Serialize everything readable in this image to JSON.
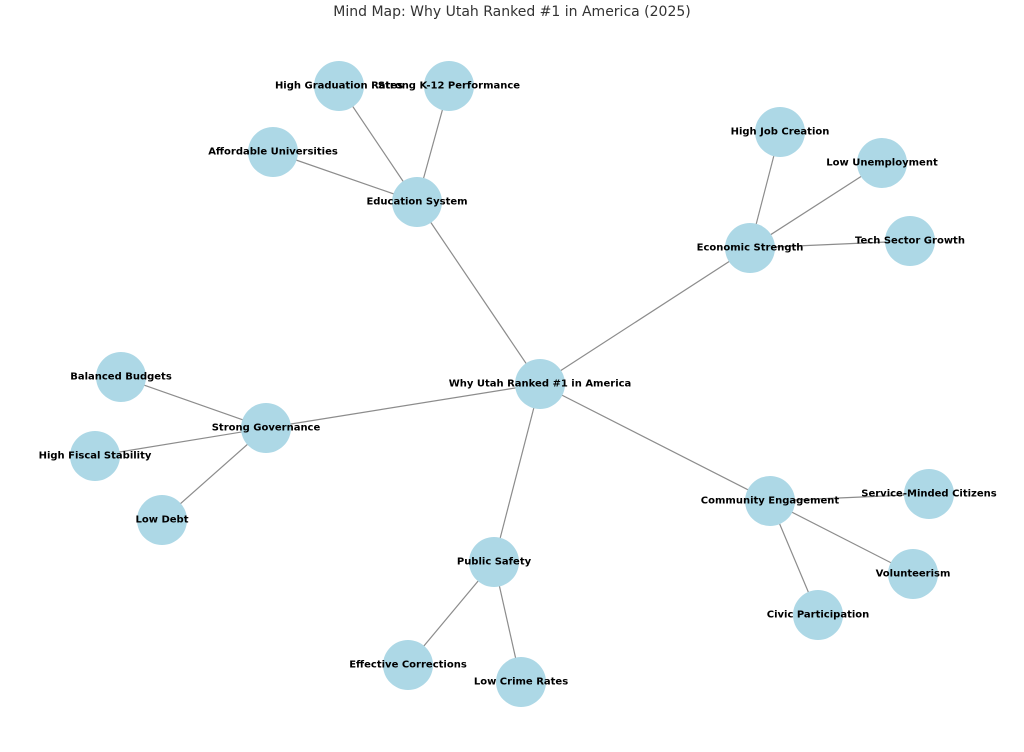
{
  "title": "Mind Map: Why Utah Ranked #1 in America (2025)",
  "colors": {
    "node_fill": "#add8e6",
    "edge": "#8c8c8c",
    "label": "#000000",
    "title": "#333333"
  },
  "diagram": {
    "type": "mind-map",
    "root": "root",
    "nodes": [
      {
        "id": "root",
        "label": "Why Utah Ranked #1 in America"
      },
      {
        "id": "education",
        "label": "Education System"
      },
      {
        "id": "grad",
        "label": "High Graduation Rates"
      },
      {
        "id": "k12",
        "label": "Strong K-12 Performance"
      },
      {
        "id": "univ",
        "label": "Affordable Universities"
      },
      {
        "id": "economy",
        "label": "Economic Strength"
      },
      {
        "id": "jobs",
        "label": "High Job Creation"
      },
      {
        "id": "unemp",
        "label": "Low Unemployment"
      },
      {
        "id": "tech",
        "label": "Tech Sector Growth"
      },
      {
        "id": "governance",
        "label": "Strong Governance"
      },
      {
        "id": "budgets",
        "label": "Balanced Budgets"
      },
      {
        "id": "fiscal",
        "label": "High Fiscal Stability"
      },
      {
        "id": "debt",
        "label": "Low Debt"
      },
      {
        "id": "safety",
        "label": "Public Safety"
      },
      {
        "id": "corrections",
        "label": "Effective Corrections"
      },
      {
        "id": "crime",
        "label": "Low Crime Rates"
      },
      {
        "id": "community",
        "label": "Community Engagement"
      },
      {
        "id": "service",
        "label": "Service-Minded Citizens"
      },
      {
        "id": "volunteer",
        "label": "Volunteerism"
      },
      {
        "id": "civic",
        "label": "Civic Participation"
      }
    ],
    "edges": [
      [
        "root",
        "education"
      ],
      [
        "root",
        "economy"
      ],
      [
        "root",
        "governance"
      ],
      [
        "root",
        "safety"
      ],
      [
        "root",
        "community"
      ],
      [
        "education",
        "grad"
      ],
      [
        "education",
        "k12"
      ],
      [
        "education",
        "univ"
      ],
      [
        "economy",
        "jobs"
      ],
      [
        "economy",
        "unemp"
      ],
      [
        "economy",
        "tech"
      ],
      [
        "governance",
        "budgets"
      ],
      [
        "governance",
        "fiscal"
      ],
      [
        "governance",
        "debt"
      ],
      [
        "safety",
        "corrections"
      ],
      [
        "safety",
        "crime"
      ],
      [
        "community",
        "service"
      ],
      [
        "community",
        "volunteer"
      ],
      [
        "community",
        "civic"
      ]
    ]
  }
}
